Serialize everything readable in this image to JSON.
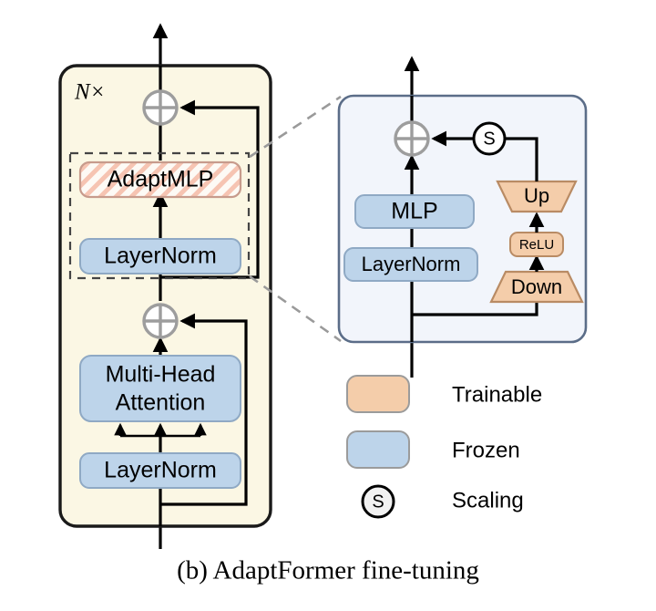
{
  "figure": {
    "caption": "(b) AdaptFormer fine-tuning",
    "repeat_label": "N×"
  },
  "colors": {
    "frozen_fill": "#bdd4ea",
    "frozen_stroke": "#8fa9c4",
    "trainable_fill": "#f4cdaa",
    "trainable_stroke": "#b98b64",
    "block_bg": "#fbf7e4",
    "block_stroke": "#1a1a1a",
    "detail_bg": "#f2f5fb",
    "detail_stroke": "#5b6d88",
    "hatch_stroke": "#e9a08a",
    "hatch_bg": "#fdfaf5",
    "wire": "#000000",
    "plus_circle": "#9d9d9d",
    "dash_link": "#9a9a9a"
  },
  "transformer_block": {
    "name": "transformer-block",
    "repeat": "N×",
    "nodes": [
      {
        "id": "adaptmlp",
        "label": "AdaptMLP",
        "style": "hatched-trainable"
      },
      {
        "id": "layernorm_top",
        "label": "LayerNorm",
        "style": "frozen"
      },
      {
        "id": "attention",
        "label": "Multi-Head\nAttention",
        "line1": "Multi-Head",
        "line2": "Attention",
        "style": "frozen"
      },
      {
        "id": "layernorm_bottom",
        "label": "LayerNorm",
        "style": "frozen"
      }
    ],
    "operators": [
      {
        "id": "add_top",
        "symbol": "⊕",
        "name": "residual-add-top"
      },
      {
        "id": "add_bottom",
        "symbol": "⊕",
        "name": "residual-add-bottom"
      }
    ]
  },
  "adaptmlp_detail": {
    "name": "adaptmlp-detail-panel",
    "nodes": [
      {
        "id": "mlp",
        "label": "MLP",
        "style": "frozen"
      },
      {
        "id": "layernorm",
        "label": "LayerNorm",
        "style": "frozen"
      },
      {
        "id": "up",
        "label": "Up",
        "style": "trainable-trapezoid-up"
      },
      {
        "id": "relu",
        "label": "ReLU",
        "style": "trainable"
      },
      {
        "id": "down",
        "label": "Down",
        "style": "trainable-trapezoid-down"
      }
    ],
    "operators": [
      {
        "id": "add",
        "symbol": "⊕",
        "name": "detail-residual-add"
      },
      {
        "id": "scale",
        "symbol": "S",
        "name": "scaling-operator"
      }
    ]
  },
  "legend": {
    "name": "legend",
    "items": [
      {
        "id": "trainable",
        "label": "Trainable",
        "swatch": "rounded-rect",
        "color": "#f4cdaa"
      },
      {
        "id": "frozen",
        "label": "Frozen",
        "swatch": "rounded-rect",
        "color": "#bdd4ea"
      },
      {
        "id": "scaling",
        "label": "Scaling",
        "swatch": "circle-s",
        "glyph": "S",
        "color": "#f2f2f2"
      }
    ]
  }
}
